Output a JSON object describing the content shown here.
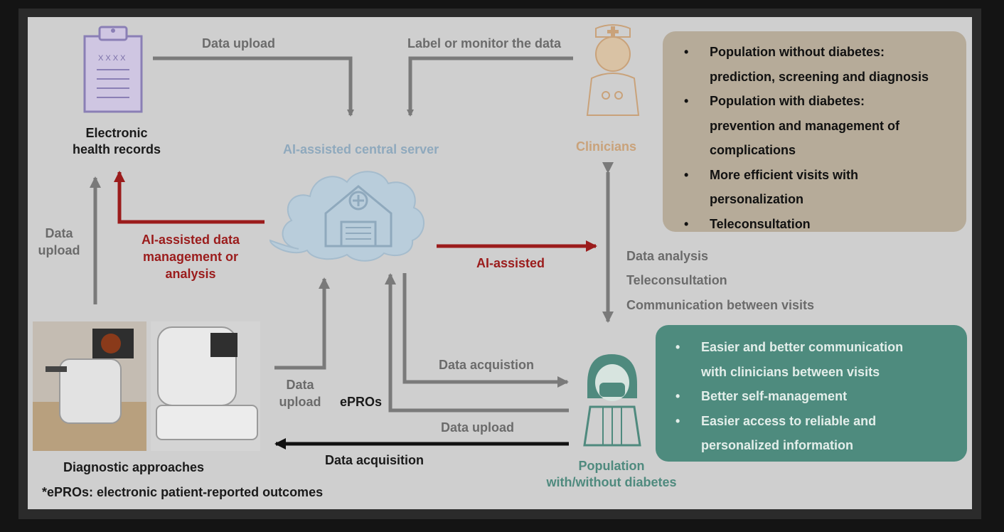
{
  "nodes": {
    "ehr": "Electronic\nhealth records",
    "server": "AI-assisted central server",
    "clinicians": "Clinicians",
    "diagnostic": "Diagnostic approaches",
    "population": "Population\nwith/without diabetes"
  },
  "edges": {
    "ehr_upload": "Data upload",
    "clin_label": "Label or monitor the data",
    "diag_upload_left": "Data\nupload",
    "ai_management": "AI-assisted data\nmanagement or\nanalysis",
    "ai_assisted": "AI-assisted",
    "diag_upload_center": "Data\nupload",
    "epros": "ePROs",
    "data_acquistion": "Data acquistion",
    "pop_upload": "Data upload",
    "data_acquisition": "Data acquisition",
    "clin_pop_1": "Data analysis",
    "clin_pop_2": "Teleconsultation",
    "clin_pop_3": "Communication between visits"
  },
  "ehr_icon_text": "X X X X",
  "clinician_benefits": [
    {
      "bullet": "•",
      "line1": "Population without diabetes:",
      "line2": "prediction, screening and diagnosis",
      "line3": ""
    },
    {
      "bullet": "•",
      "line1": "Population with diabetes:",
      "line2": "prevention and management of",
      "line3": "complications"
    },
    {
      "bullet": "•",
      "line1": "More efficient visits with",
      "line2": "personalization",
      "line3": ""
    },
    {
      "bullet": "•",
      "line1": "Teleconsultation",
      "line2": "",
      "line3": ""
    }
  ],
  "population_benefits": [
    {
      "bullet": "•",
      "line1": "Easier and better communication",
      "line2": "with clinicians between visits"
    },
    {
      "bullet": "•",
      "line1": "Better self-management",
      "line2": ""
    },
    {
      "bullet": "•",
      "line1": "Easier access to reliable and",
      "line2": "personalized  information"
    }
  ],
  "footnote": "*ePROs: electronic patient-reported outcomes",
  "colors": {
    "gray_arrow": "#7a7a7a",
    "red_arrow": "#9b1c1c",
    "black_arrow": "#111111",
    "server_blue": "#8fa9bd",
    "clinician_tan": "#c9a27a",
    "population_teal": "#4f8a7e",
    "clinician_box": "#b6ab99",
    "population_box": "#4e8b7e"
  },
  "icons": [
    "clipboard-icon",
    "cloud-hospital-icon",
    "nurse-icon",
    "patient-icon",
    "fundus-camera-photo",
    "oct-scanner-photo"
  ]
}
